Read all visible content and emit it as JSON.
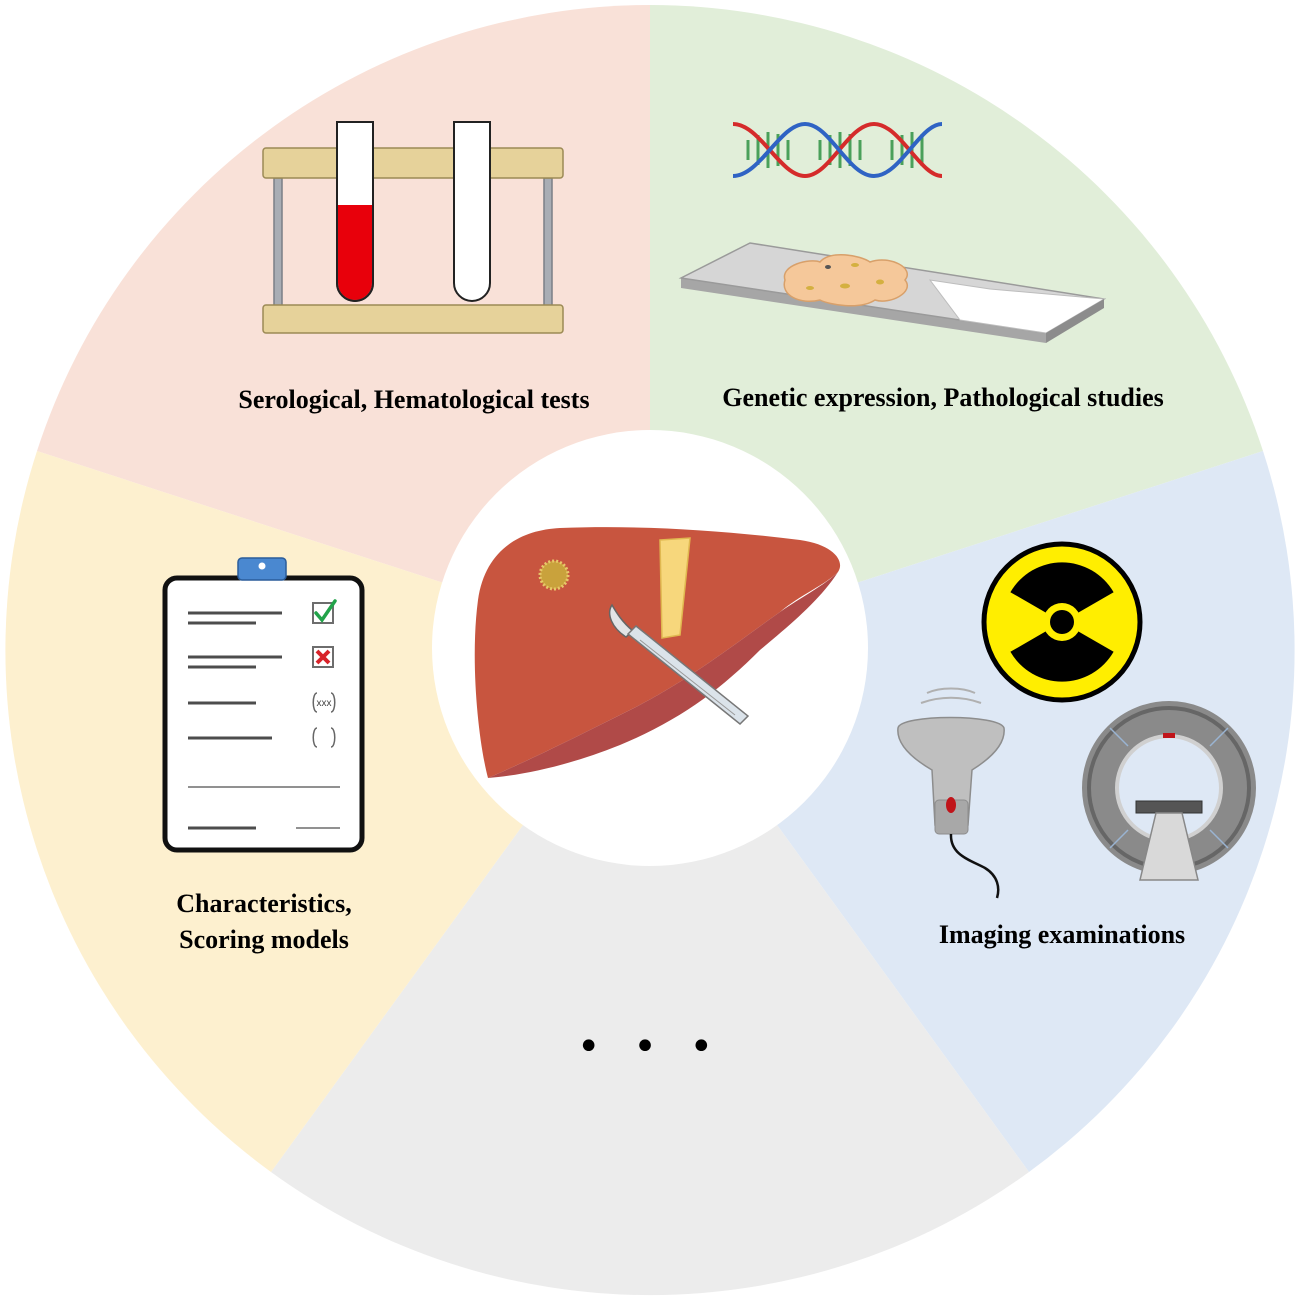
{
  "segments": [
    {
      "id": "serological",
      "color": "#f9e1d8",
      "label": "Serological, Hematological tests"
    },
    {
      "id": "genetic",
      "color": "#e1eed9",
      "label": "Genetic expression, Pathological studies"
    },
    {
      "id": "imaging",
      "color": "#dee8f5",
      "label": "Imaging examinations"
    },
    {
      "id": "other",
      "color": "#ececec",
      "label": "• • •"
    },
    {
      "id": "characteristics",
      "color": "#fdf0cf",
      "label_lines": [
        "Characteristics,",
        "Scoring models"
      ]
    }
  ],
  "checklist": {
    "placeholder_text": "xxx"
  },
  "colors": {
    "liver": "#c8553f",
    "liver_shade": "#b04a48",
    "blood": "#e8000b",
    "rack_wood": "#e6d29a",
    "radiation_yellow": "#ffee00",
    "check_green": "#22a34a",
    "cross_red": "#d8232a",
    "clip_blue": "#4a88d0"
  }
}
